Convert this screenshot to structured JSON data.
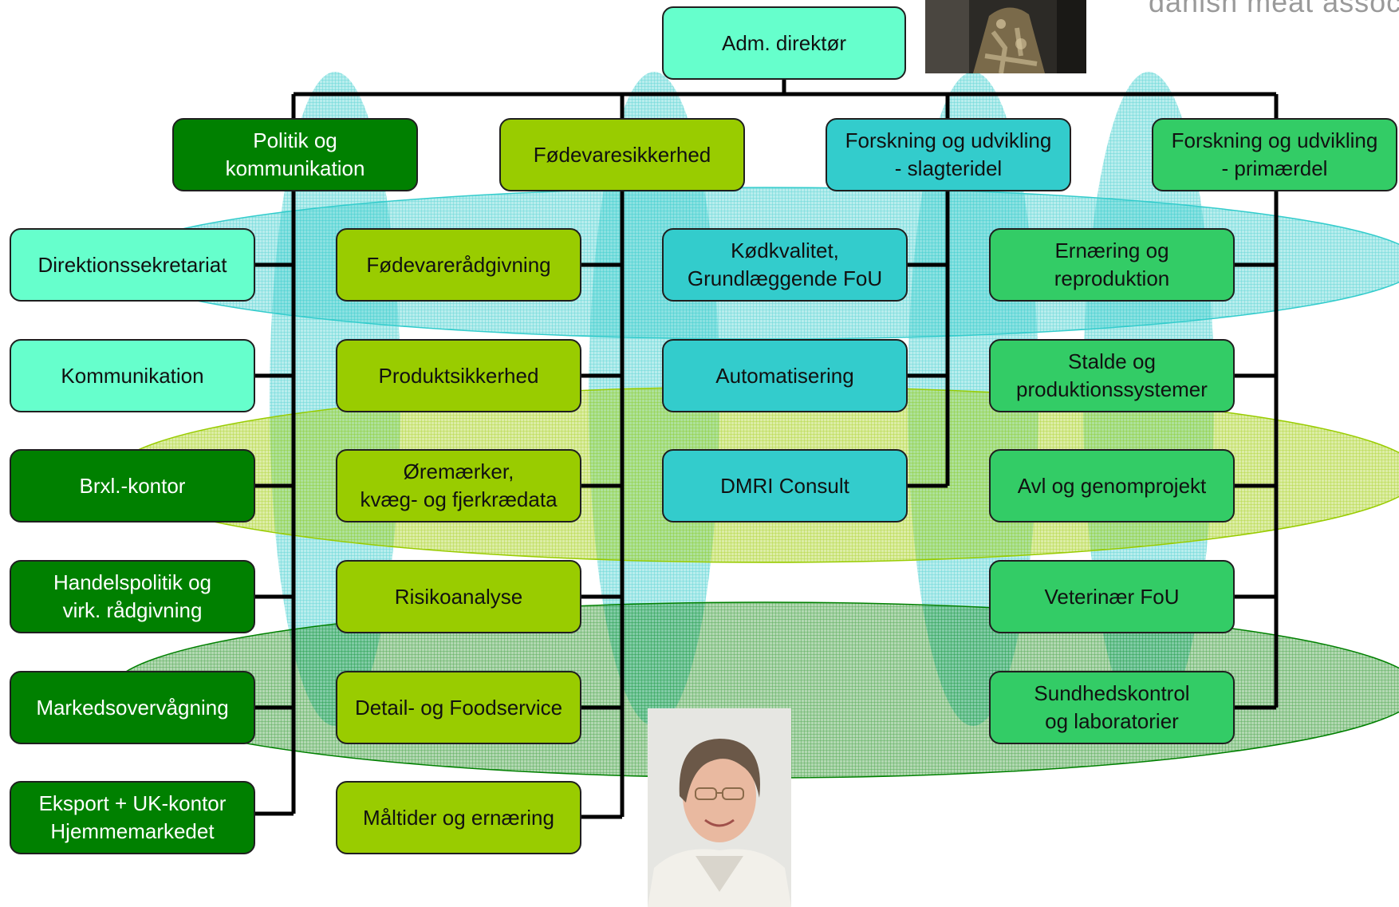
{
  "brand": {
    "text": "danish meat associati"
  },
  "top": {
    "label": "Adm. direktør"
  },
  "departments": [
    {
      "label": "Politik og\nkommunikation",
      "color": "#008000"
    },
    {
      "label": "Fødevaresikkerhed",
      "color": "#99cc00"
    },
    {
      "label": "Forskning og udvikling\n- slagteridel",
      "color": "#33cccc"
    },
    {
      "label": "Forskning og udvikling\n- primærdel",
      "color": "#33cc66"
    }
  ],
  "col1": [
    {
      "label": "Direktionssekretariat",
      "color": "#66ffcc"
    },
    {
      "label": "Kommunikation",
      "color": "#66ffcc"
    },
    {
      "label": "Brxl.-kontor",
      "color": "#008000"
    },
    {
      "label": "Handelspolitik og\nvirk. rådgivning",
      "color": "#008000"
    },
    {
      "label": "Markedsovervågning",
      "color": "#008000"
    },
    {
      "label": "Eksport + UK-kontor\nHjemmemarkedet",
      "color": "#008000"
    }
  ],
  "col2": [
    {
      "label": "Fødevarerådgivning"
    },
    {
      "label": "Produktsikkerhed"
    },
    {
      "label": "Øremærker,\nkvæg- og fjerkrædata"
    },
    {
      "label": "Risikoanalyse"
    },
    {
      "label": "Detail- og Foodservice"
    },
    {
      "label": "Måltider og ernæring"
    }
  ],
  "col3": [
    {
      "label": "Kødkvalitet,\nGrundlæggende FoU"
    },
    {
      "label": "Automatisering"
    },
    {
      "label": "DMRI Consult"
    }
  ],
  "col4": [
    {
      "label": "Ernæring og\nreproduktion"
    },
    {
      "label": "Stalde og\nproduktionssystemer"
    },
    {
      "label": "Avl og genomprojekt"
    },
    {
      "label": "Veterinær FoU"
    },
    {
      "label": "Sundhedskontrol\nog laboratorier"
    }
  ],
  "colors": {
    "ellipse_teal": "#33cccc",
    "ellipse_lime": "#99cc00",
    "ellipse_green": "#008000",
    "connector": "#000000"
  }
}
